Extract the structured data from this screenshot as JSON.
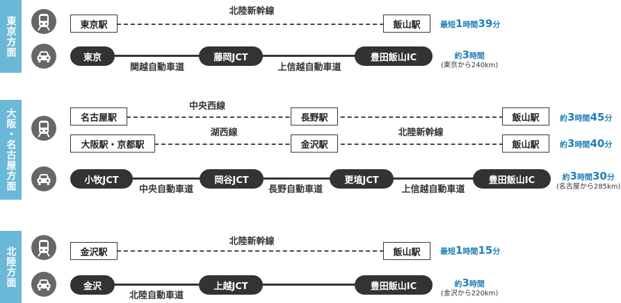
{
  "regions": {
    "tokyo": "東京方面",
    "osaka": "大阪・名古屋方面",
    "hokuriku": "北陸方面"
  },
  "icons": {
    "train": "train-icon",
    "car": "car-icon"
  },
  "colors": {
    "accent": "#6ab8d8",
    "time_text": "#1f7fb8",
    "pill": "#333333",
    "icon_bg": "#676767"
  },
  "tokyo": {
    "train": {
      "from": "東京駅",
      "to": "飯山駅",
      "line": "北陸新幹線",
      "time": {
        "prefix": "最短",
        "n1": "1",
        "u1": "時間",
        "n2": "39",
        "u2": "分"
      }
    },
    "car": {
      "from": "東京",
      "via": "藤岡JCT",
      "to": "豊田飯山IC",
      "road1": "関越自動車道",
      "road2": "上信越自動車道",
      "time": {
        "prefix": "約",
        "n1": "3",
        "u1": "時間"
      },
      "note": "(東京から240km)"
    }
  },
  "osaka": {
    "train1": {
      "from": "名古屋駅",
      "via": "長野駅",
      "to": "飯山駅",
      "line": "中央西線",
      "time": {
        "prefix": "約",
        "n1": "3",
        "u1": "時間",
        "n2": "45",
        "u2": "分"
      }
    },
    "train2": {
      "from": "大阪駅・京都駅",
      "via": "金沢駅",
      "to": "飯山駅",
      "line1": "湖西線",
      "line2": "北陸新幹線",
      "time": {
        "prefix": "約",
        "n1": "3",
        "u1": "時間",
        "n2": "40",
        "u2": "分"
      }
    },
    "car": {
      "from": "小牧JCT",
      "via1": "岡谷JCT",
      "via2": "更埴JCT",
      "to": "豊田飯山IC",
      "road1": "中央自動車道",
      "road2": "長野自動車道",
      "road3": "上信越自動車道",
      "time": {
        "prefix": "約",
        "n1": "3",
        "u1": "時間",
        "n2": "30",
        "u2": "分"
      },
      "note": "(名古屋から285km)"
    }
  },
  "hokuriku": {
    "train": {
      "from": "金沢駅",
      "to": "飯山駅",
      "line": "北陸新幹線",
      "time": {
        "prefix": "最短",
        "n1": "1",
        "u1": "時間",
        "n2": "15",
        "u2": "分"
      }
    },
    "car": {
      "from": "金沢",
      "via": "上越JCT",
      "to": "豊田飯山IC",
      "road": "北陸自動車道",
      "time": {
        "prefix": "約",
        "n1": "3",
        "u1": "時間"
      },
      "note": "(金沢から220km)"
    }
  }
}
